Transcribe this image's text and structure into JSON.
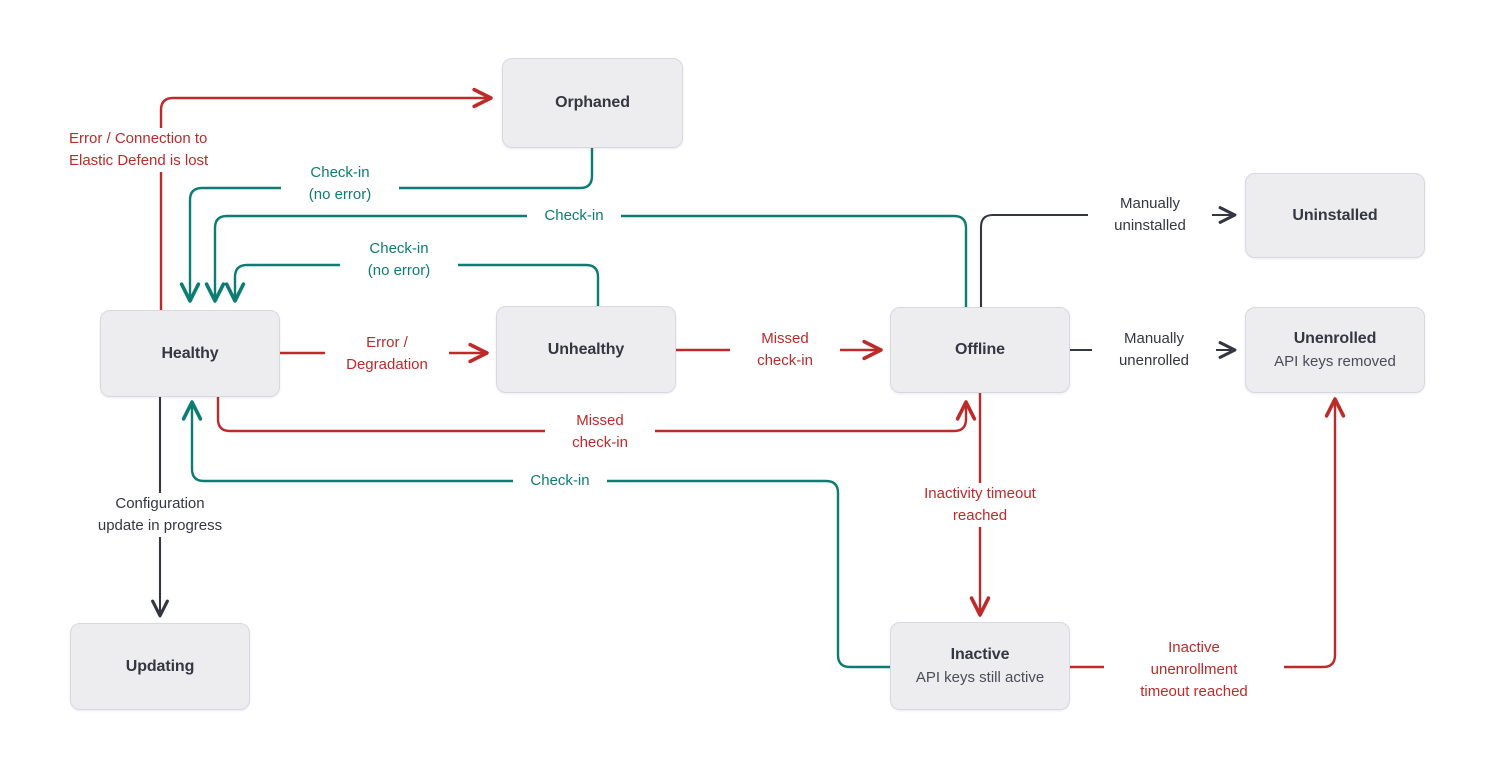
{
  "diagram": {
    "title": "Elastic Agent status state diagram",
    "colors": {
      "error": "#BD2A2A",
      "success": "#0D7C72",
      "neutral": "#343741",
      "node_fill": "#EDEDF0",
      "node_border": "#D7D9E2",
      "background": "#FFFFFF"
    },
    "nodes": [
      {
        "id": "orphaned",
        "title": "Orphaned",
        "subtitle": ""
      },
      {
        "id": "healthy",
        "title": "Healthy",
        "subtitle": ""
      },
      {
        "id": "unhealthy",
        "title": "Unhealthy",
        "subtitle": ""
      },
      {
        "id": "offline",
        "title": "Offline",
        "subtitle": ""
      },
      {
        "id": "updating",
        "title": "Updating",
        "subtitle": ""
      },
      {
        "id": "inactive",
        "title": "Inactive",
        "subtitle": "API keys still active"
      },
      {
        "id": "uninstalled",
        "title": "Uninstalled",
        "subtitle": ""
      },
      {
        "id": "unenrolled",
        "title": "Unenrolled",
        "subtitle": "API keys removed"
      }
    ],
    "edges": [
      {
        "id": "healthy-to-orphaned",
        "from": "healthy",
        "to": "orphaned",
        "label": "Error / Connection to\nElastic Defend is lost",
        "color": "error"
      },
      {
        "id": "orphaned-to-healthy",
        "from": "orphaned",
        "to": "healthy",
        "label": "Check-in\n(no error)",
        "color": "success"
      },
      {
        "id": "offline-to-healthy",
        "from": "offline",
        "to": "healthy",
        "label": "Check-in",
        "color": "success"
      },
      {
        "id": "unhealthy-to-healthy",
        "from": "unhealthy",
        "to": "healthy",
        "label": "Check-in\n(no error)",
        "color": "success"
      },
      {
        "id": "healthy-to-unhealthy",
        "from": "healthy",
        "to": "unhealthy",
        "label": "Error /\nDegradation",
        "color": "error"
      },
      {
        "id": "unhealthy-to-offline",
        "from": "unhealthy",
        "to": "offline",
        "label": "Missed\ncheck-in",
        "color": "error"
      },
      {
        "id": "healthy-to-offline",
        "from": "healthy",
        "to": "offline",
        "label": "Missed\ncheck-in",
        "color": "error"
      },
      {
        "id": "inactive-to-healthy",
        "from": "inactive",
        "to": "healthy",
        "label": "Check-in",
        "color": "success"
      },
      {
        "id": "healthy-to-updating",
        "from": "healthy",
        "to": "updating",
        "label": "Configuration\nupdate in progress",
        "color": "neutral"
      },
      {
        "id": "offline-to-uninstalled",
        "from": "offline",
        "to": "uninstalled",
        "label": "Manually\nuninstalled",
        "color": "neutral"
      },
      {
        "id": "offline-to-unenrolled",
        "from": "offline",
        "to": "unenrolled",
        "label": "Manually\nunenrolled",
        "color": "neutral"
      },
      {
        "id": "offline-to-inactive",
        "from": "offline",
        "to": "inactive",
        "label": "Inactivity timeout\nreached",
        "color": "error"
      },
      {
        "id": "inactive-to-unenrolled",
        "from": "inactive",
        "to": "unenrolled",
        "label": "Inactive\nunenrollment\ntimeout reached",
        "color": "error"
      }
    ]
  }
}
